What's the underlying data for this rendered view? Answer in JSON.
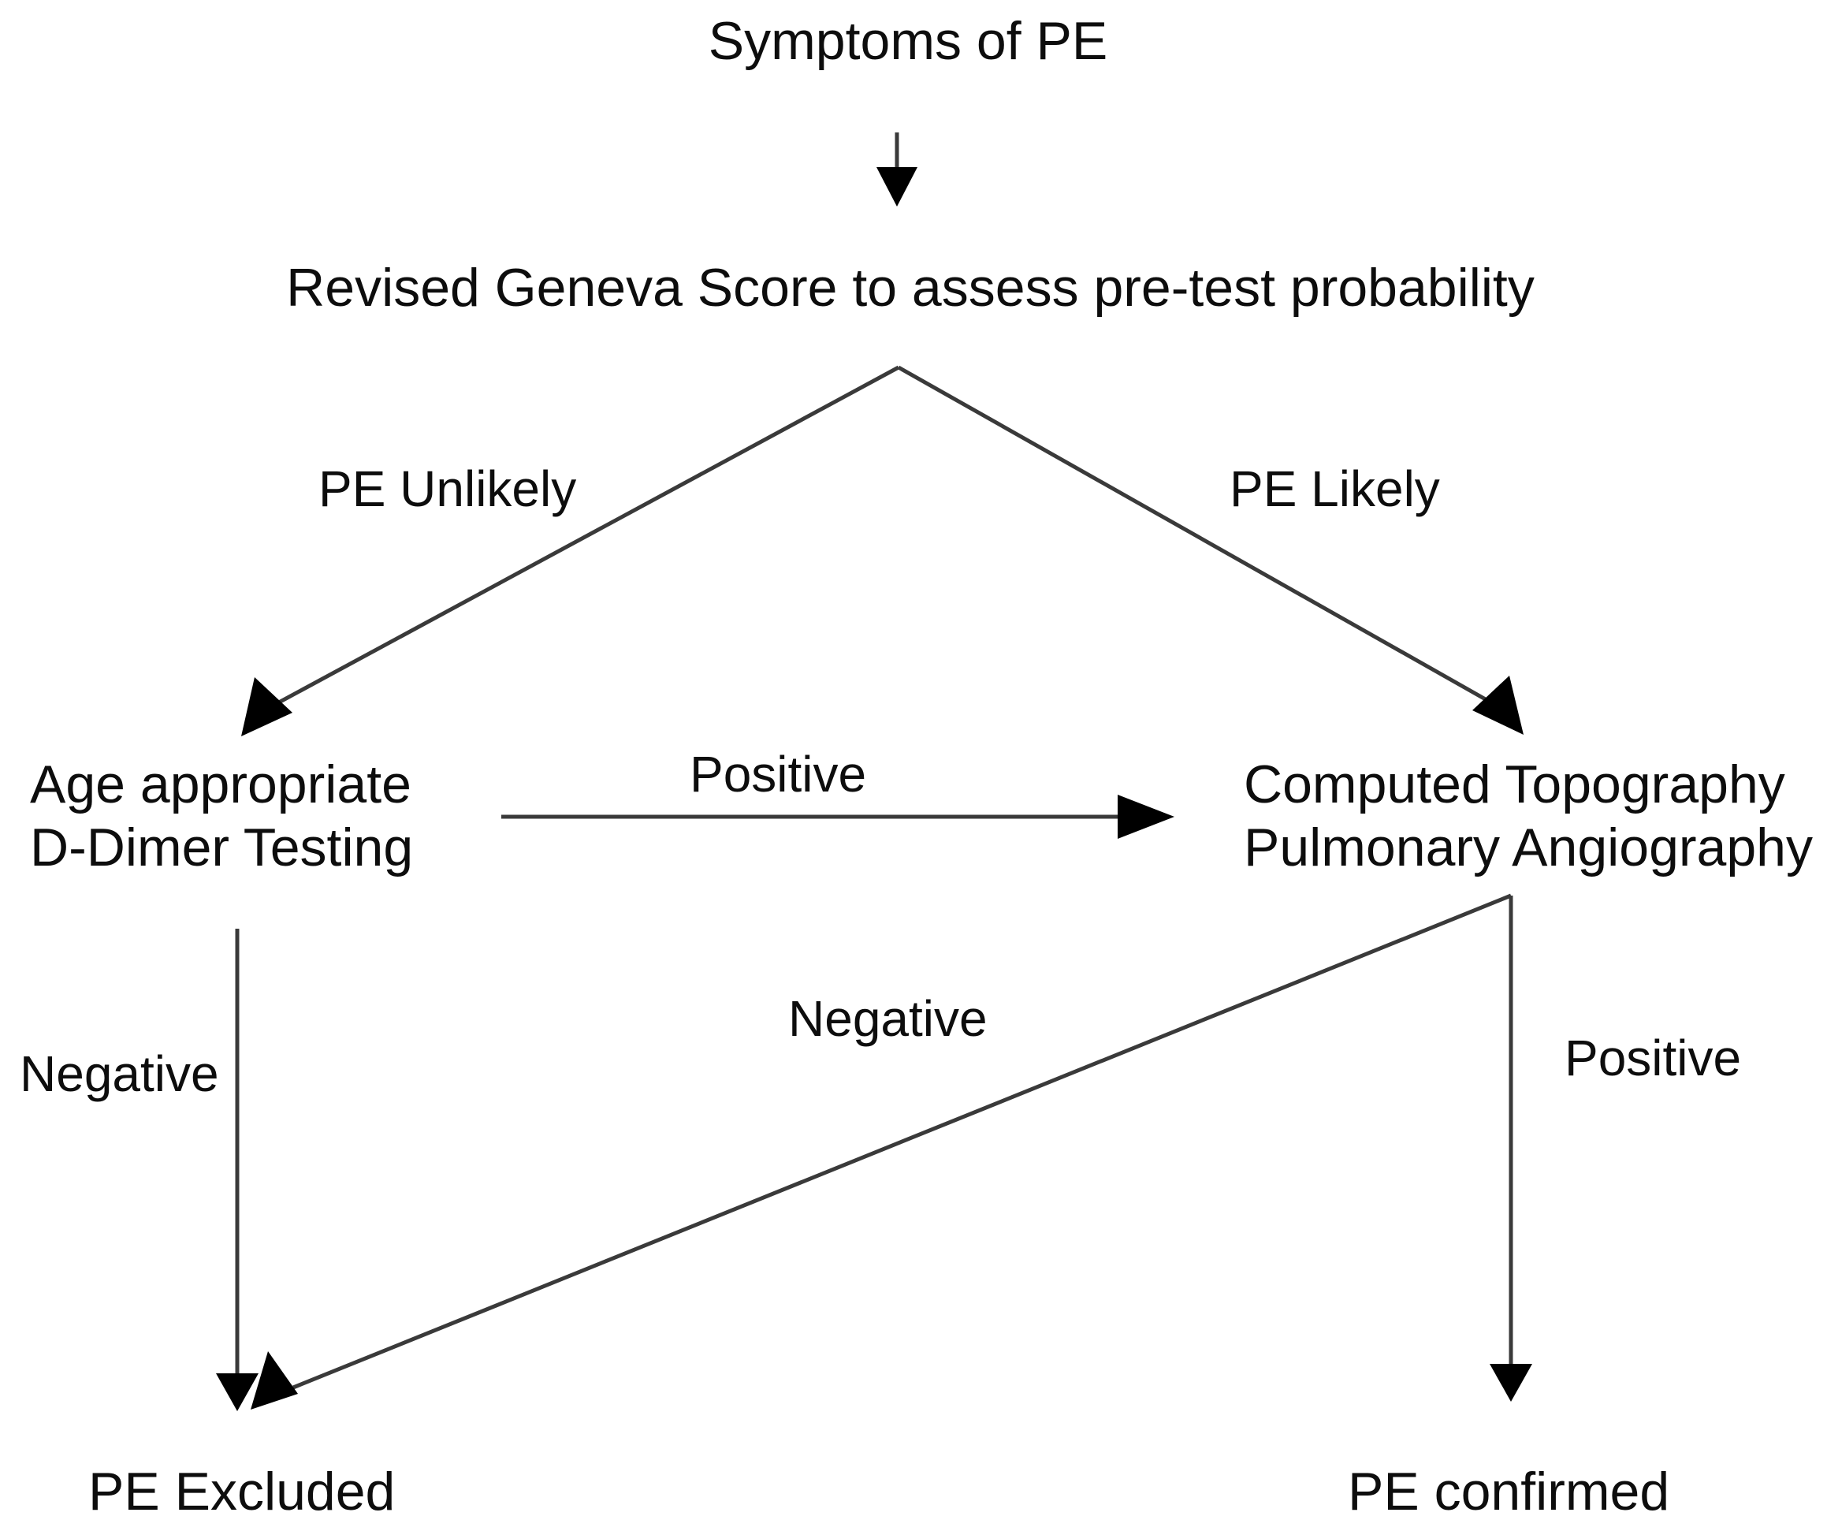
{
  "diagram": {
    "title": "Pulmonary Embolism diagnostic algorithm flowchart",
    "background_color": "#ffffff",
    "line_color": "#3a3a3a",
    "text_color": "#0d0d0d",
    "nodes": [
      {
        "id": "symptoms",
        "label": "Symptoms of PE"
      },
      {
        "id": "geneva",
        "label": "Revised Geneva Score to assess pre-test probability"
      },
      {
        "id": "ddimer",
        "label_line1": "Age appropriate",
        "label_line2": "D-Dimer Testing"
      },
      {
        "id": "ctpa",
        "label_line1": "Computed Topography",
        "label_line2": "Pulmonary Angiography"
      },
      {
        "id": "excluded",
        "label": "PE Excluded"
      },
      {
        "id": "confirmed",
        "label": "PE confirmed"
      }
    ],
    "edges": [
      {
        "id": "symptoms-to-geneva",
        "label": ""
      },
      {
        "id": "geneva-to-ddimer",
        "label": "PE Unlikely"
      },
      {
        "id": "geneva-to-ctpa",
        "label": "PE Likely"
      },
      {
        "id": "ddimer-to-ctpa",
        "label": "Positive"
      },
      {
        "id": "ddimer-to-excluded",
        "label": "Negative"
      },
      {
        "id": "ctpa-to-excluded",
        "label": "Negative"
      },
      {
        "id": "ctpa-to-confirmed",
        "label": "Positive"
      }
    ]
  }
}
